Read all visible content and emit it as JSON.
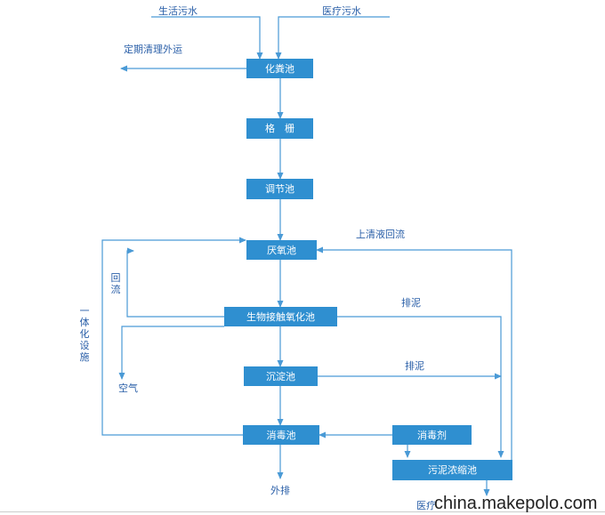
{
  "boxes": {
    "septic_tank": "化粪池",
    "grille": "格　栅",
    "regulating_tank": "调节池",
    "anaerobic_tank": "厌氧池",
    "contact_oxidation_tank": "生物接触氧化池",
    "sedimentation_tank": "沉淀池",
    "disinfection_tank": "消毒池",
    "disinfectant": "消毒剂",
    "sludge_thickening_tank": "污泥浓缩池"
  },
  "labels": {
    "domestic_sewage": "生活污水",
    "medical_sewage": "医疗污水",
    "periodic_cleaning": "定期清理外运",
    "supernatant_return": "上清液回流",
    "return_flow": "回流",
    "integrated_equipment": "一体化设施",
    "sludge_discharge_1": "排泥",
    "sludge_discharge_2": "排泥",
    "air": "空气",
    "effluent": "外排",
    "medical_waste_partial": "医疗"
  },
  "watermark": "china.makepolo.com",
  "colors": {
    "box_fill": "#2f8fd0",
    "line": "#4a9ad6",
    "label_text": "#2a5fa8"
  }
}
